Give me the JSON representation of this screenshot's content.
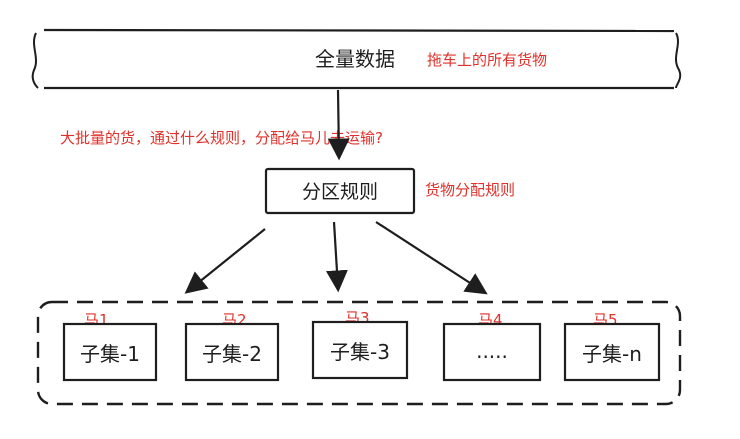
{
  "full_data": {
    "label": "全量数据",
    "annotation": "拖车上的所有货物"
  },
  "question": "大批量的货，通过什么规则，分配给马儿去运输?",
  "rule": {
    "label": "分区规则",
    "annotation": "货物分配规则"
  },
  "subsets": [
    {
      "horse": "马1",
      "label": "子集-1"
    },
    {
      "horse": "马2",
      "label": "子集-2"
    },
    {
      "horse": "马3",
      "label": "子集-3"
    },
    {
      "horse": "马4",
      "label": "....."
    },
    {
      "horse": "马5",
      "label": "子集-n"
    }
  ],
  "colors": {
    "ink": "#1e1e1e",
    "annotation": "#e0302a"
  }
}
